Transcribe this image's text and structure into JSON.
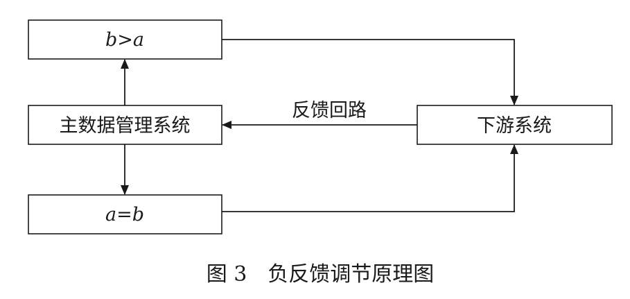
{
  "diagram": {
    "nodes": {
      "b_gt_a": {
        "label": "b>a"
      },
      "master": {
        "label": "主数据管理系统"
      },
      "a_eq_b": {
        "label": "a=b"
      },
      "downstream": {
        "label": "下游系统"
      }
    },
    "edges": {
      "feedback": {
        "label": "反馈回路"
      }
    },
    "caption": "图 3　负反馈调节原理图"
  },
  "colors": {
    "stroke": "#1a1a1a",
    "background": "#ffffff"
  }
}
